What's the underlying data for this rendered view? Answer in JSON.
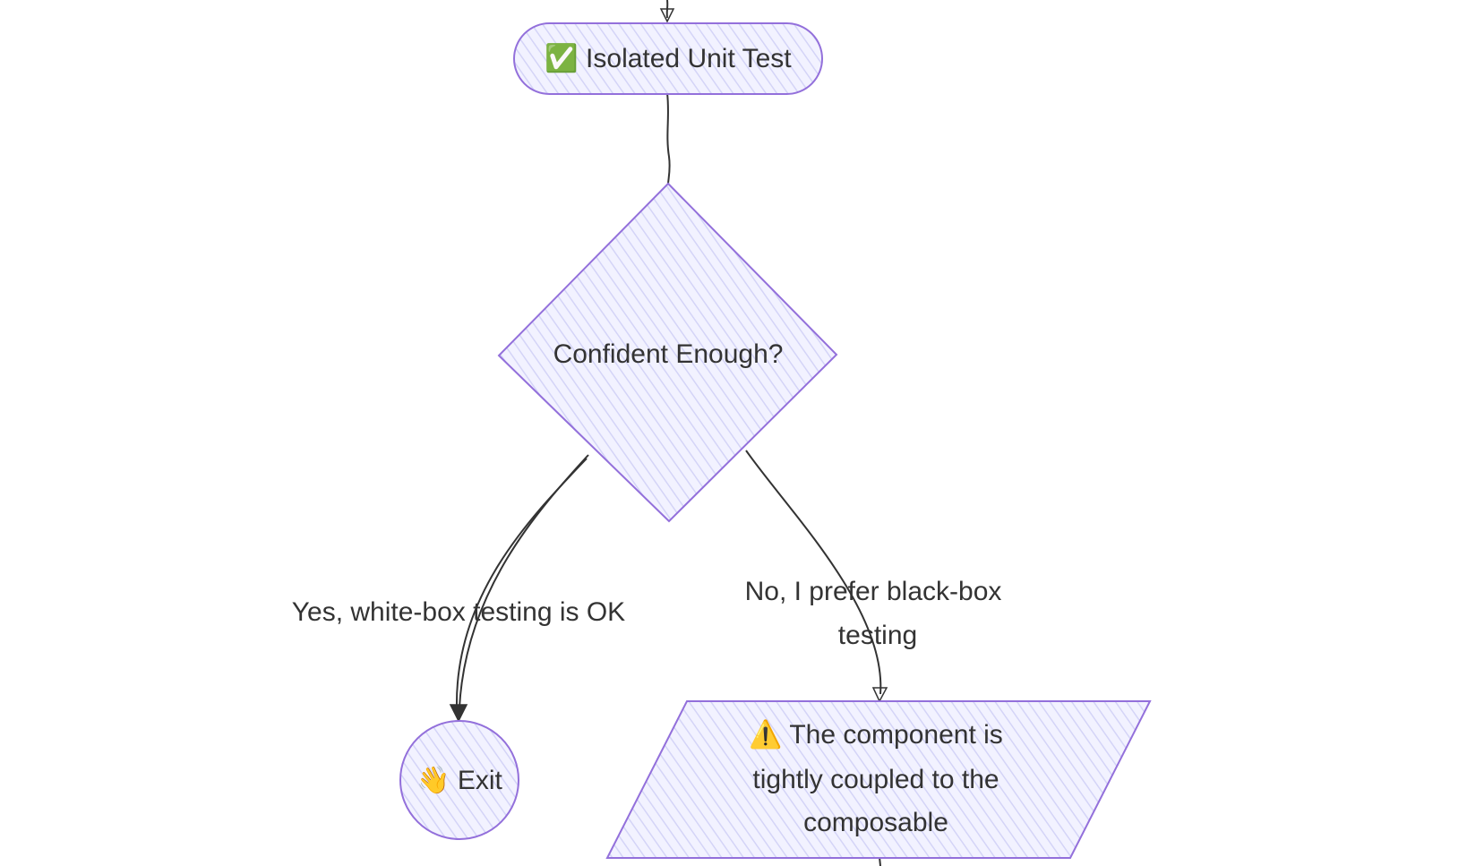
{
  "nodes": {
    "isolated_unit_test": {
      "label": "✅ Isolated Unit Test"
    },
    "confident_enough": {
      "label": "Confident Enough?"
    },
    "exit": {
      "label": "👋 Exit"
    },
    "tightly_coupled": {
      "lines": [
        "⚠️ The component is",
        "tightly coupled to the",
        "composable"
      ]
    }
  },
  "edges": {
    "yes": {
      "label": "Yes, white-box testing is OK"
    },
    "no": {
      "lines": [
        "No, I prefer black-box",
        "testing"
      ]
    }
  },
  "colors": {
    "node_fill": "#ECECFF",
    "node_stroke": "#9370DB",
    "edge_stroke": "#333333",
    "text": "#333333"
  }
}
